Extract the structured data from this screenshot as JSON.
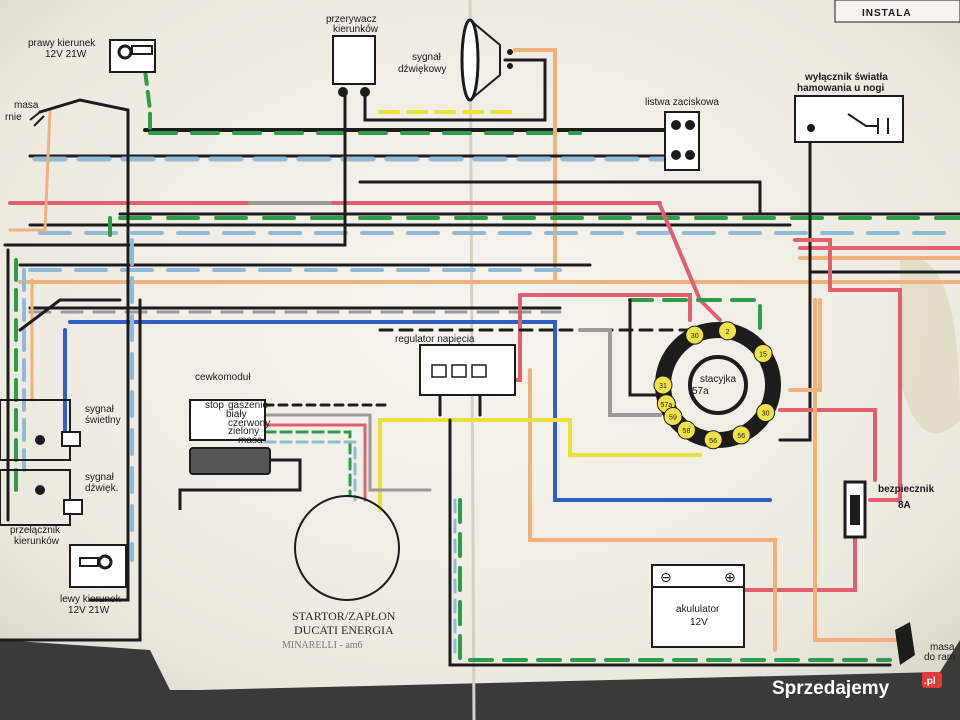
{
  "header": {
    "title_fragment": "INSTALA"
  },
  "labels": {
    "right_indicator": [
      "prawy kierunek",
      "12V 21W"
    ],
    "ground_left": [
      "masa",
      "rnie"
    ],
    "breaker": [
      "przerywacz",
      "kierunków"
    ],
    "horn": [
      "sygnał",
      "dźwiękowy"
    ],
    "terminal_strip": "listwa zaciskowa",
    "brake_switch": [
      "wyłącznik światła",
      "hamowania u nogi"
    ],
    "regulator": "regulator napięcia",
    "ignition_switch": [
      "stacyjka",
      "57a"
    ],
    "cdi": "cewkomoduł",
    "cdi_wires": [
      "stop",
      "gaszenie",
      "biały",
      "czerwony",
      "zielony",
      "masa"
    ],
    "light_signal": [
      "sygnał",
      "świetlny"
    ],
    "horn_signal": [
      "sygnał",
      "dźwięk."
    ],
    "indicator_switch": [
      "przełącznik",
      "kierunków"
    ],
    "left_indicator": [
      "lewy kierunek",
      "12V 21W"
    ],
    "starter": [
      "STARTOR/ZAPŁON",
      "DUCATI ENERGIA",
      "MINARELLI - am6"
    ],
    "fuse": [
      "bezpiecznik",
      "8A"
    ],
    "battery": [
      "akululator",
      "12V"
    ],
    "ground_right": [
      "masa",
      "do ram"
    ],
    "switch_terminals": [
      "30",
      "2",
      "31",
      "57a",
      "30",
      "15",
      "56",
      "59",
      "58",
      "56"
    ]
  },
  "watermark": {
    "brand": "Sprzedajemy",
    "suffix": ".pl"
  },
  "colors": {
    "black": "#1c1c1c",
    "green": "#2e9d47",
    "light_blue": "#8fbbd9",
    "red": "#e2606e",
    "pink": "#e08090",
    "orange": "#f0b27a",
    "yellow": "#e8e23a",
    "blue": "#2f5fc4",
    "gray": "#9a9a9a",
    "paper": "#f3f1ea",
    "terminal": "#f0e04a"
  }
}
